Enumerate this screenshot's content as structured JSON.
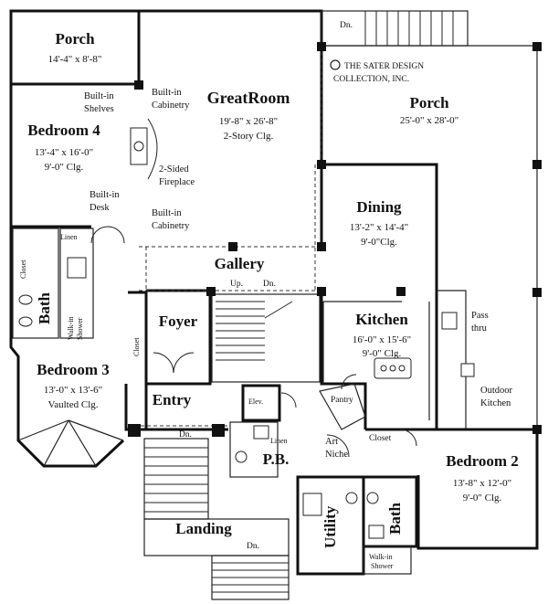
{
  "copyright": {
    "line1": "THE SATER DESIGN",
    "line2": "COLLECTION, INC."
  },
  "rooms": {
    "porch_left": {
      "name": "Porch",
      "dims": "14'-4\" x 8'-8\""
    },
    "porch_right": {
      "name": "Porch",
      "dims": "25'-0\" x 28'-0\""
    },
    "greatroom": {
      "name": "GreatRoom",
      "dims": "19'-8\" x 26'-8\"",
      "ceiling": "2-Story Clg."
    },
    "bedroom4": {
      "name": "Bedroom 4",
      "dims": "13'-4\" x 16'-0\"",
      "ceiling": "9'-0\" Clg."
    },
    "bedroom3": {
      "name": "Bedroom 3",
      "dims": "13'-0\" x 13'-6\"",
      "ceiling": "Vaulted Clg."
    },
    "bedroom2": {
      "name": "Bedroom 2",
      "dims": "13'-8\" x 12'-0\"",
      "ceiling": "9'-0\" Clg."
    },
    "dining": {
      "name": "Dining",
      "dims": "13'-2\" x 14'-4\"",
      "ceiling": "9'-0\"Clg."
    },
    "kitchen": {
      "name": "Kitchen",
      "dims": "16'-0\" x 15'-6\"",
      "ceiling": "9'-0\" Clg."
    },
    "gallery": {
      "name": "Gallery"
    },
    "foyer": {
      "name": "Foyer"
    },
    "entry": {
      "name": "Entry"
    },
    "landing": {
      "name": "Landing"
    },
    "utility": {
      "name": "Utility"
    },
    "bath_left": {
      "name": "Bath"
    },
    "bath_right": {
      "name": "Bath"
    },
    "pb": {
      "name": "P.B."
    }
  },
  "labels": {
    "builtin_shelves_1": "Built-in",
    "builtin_shelves_2": "Shelves",
    "builtin_cab_top_1": "Built-in",
    "builtin_cab_top_2": "Cabinetry",
    "fireplace_1": "2-Sided",
    "fireplace_2": "Fireplace",
    "builtin_desk_1": "Built-in",
    "builtin_desk_2": "Desk",
    "builtin_cab_bot_1": "Built-in",
    "builtin_cab_bot_2": "Cabinetry",
    "linen_top": "Linen",
    "closet_far_left": "Closet",
    "walkin_1_a": "Walk-in",
    "walkin_1_b": "Shower",
    "closet_mid": "Closet",
    "up": "Up.",
    "dn_stair": "Dn.",
    "dn_top": "Dn.",
    "dn_entry": "Dn.",
    "dn_landing": "Dn.",
    "elev": "Elev.",
    "linen_pb": "Linen",
    "art_1": "Art",
    "art_2": "Niche",
    "pantry": "Pantry",
    "closet_br2": "Closet",
    "pass_1": "Pass",
    "pass_2": "thru",
    "outdoor_1": "Outdoor",
    "outdoor_2": "Kitchen",
    "walkin_2_a": "Walk-in",
    "walkin_2_b": "Shower"
  }
}
